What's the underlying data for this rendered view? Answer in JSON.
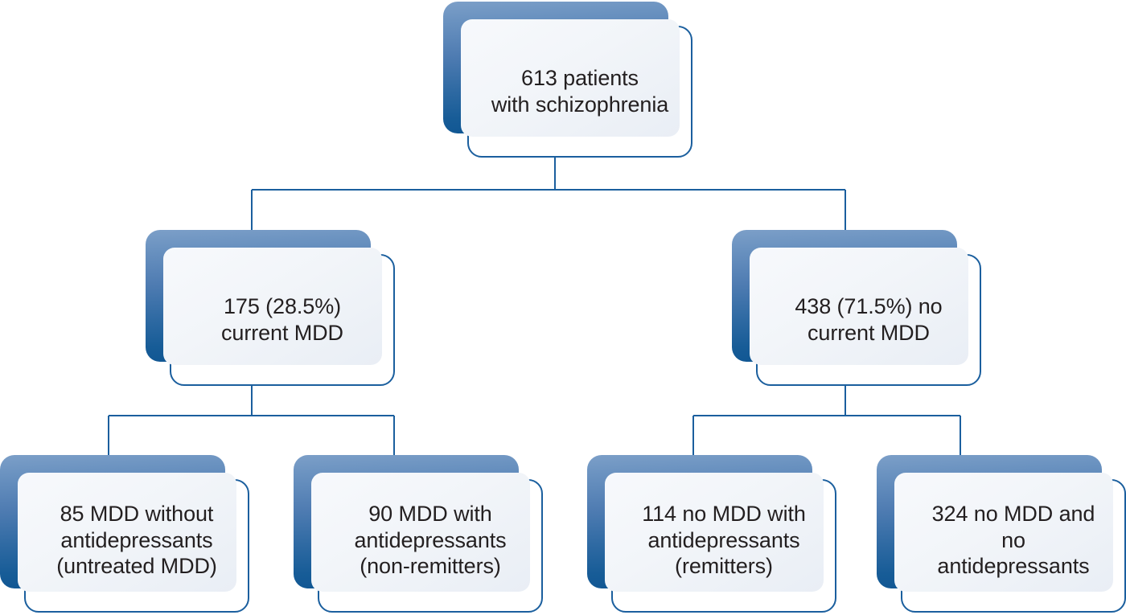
{
  "diagram": {
    "type": "flowchart",
    "title": "Patient cohort flow diagram",
    "colors": {
      "plate_gradient_top": "#7c9fc8",
      "plate_gradient_bottom": "#0d5491",
      "card_border": "#1b5f9e",
      "card_fill": "#ffffff",
      "panel_fill_top": "#f7f9fc",
      "panel_fill_bottom": "#e9eef5",
      "connector": "#1b5f9e",
      "text": "#231f20"
    },
    "levels": [
      {
        "level": 1,
        "nodes": [
          {
            "id": "root",
            "text": "613 patients\nwith schizophrenia",
            "count": 613
          }
        ]
      },
      {
        "level": 2,
        "nodes": [
          {
            "id": "mdd",
            "text": "175 (28.5%)\ncurrent MDD",
            "count": 175,
            "percent": "28.5%"
          },
          {
            "id": "nomdd",
            "text": "438 (71.5%) no\ncurrent MDD",
            "count": 438,
            "percent": "71.5%"
          }
        ]
      },
      {
        "level": 3,
        "nodes": [
          {
            "id": "untreated",
            "text": "85 MDD without\nantidepressants\n(untreated MDD)",
            "count": 85
          },
          {
            "id": "nonremitters",
            "text": "90 MDD with\nantidepressants\n(non-remitters)",
            "count": 90
          },
          {
            "id": "remitters",
            "text": "114 no MDD with\nantidepressants\n(remitters)",
            "count": 114
          },
          {
            "id": "noad",
            "text": "324 no MDD and\nno\nantidepressants",
            "count": 324
          }
        ]
      }
    ],
    "edges": [
      {
        "from": "root",
        "to": "mdd"
      },
      {
        "from": "root",
        "to": "nomdd"
      },
      {
        "from": "mdd",
        "to": "untreated"
      },
      {
        "from": "mdd",
        "to": "nonremitters"
      },
      {
        "from": "nomdd",
        "to": "remitters"
      },
      {
        "from": "nomdd",
        "to": "noad"
      }
    ]
  }
}
